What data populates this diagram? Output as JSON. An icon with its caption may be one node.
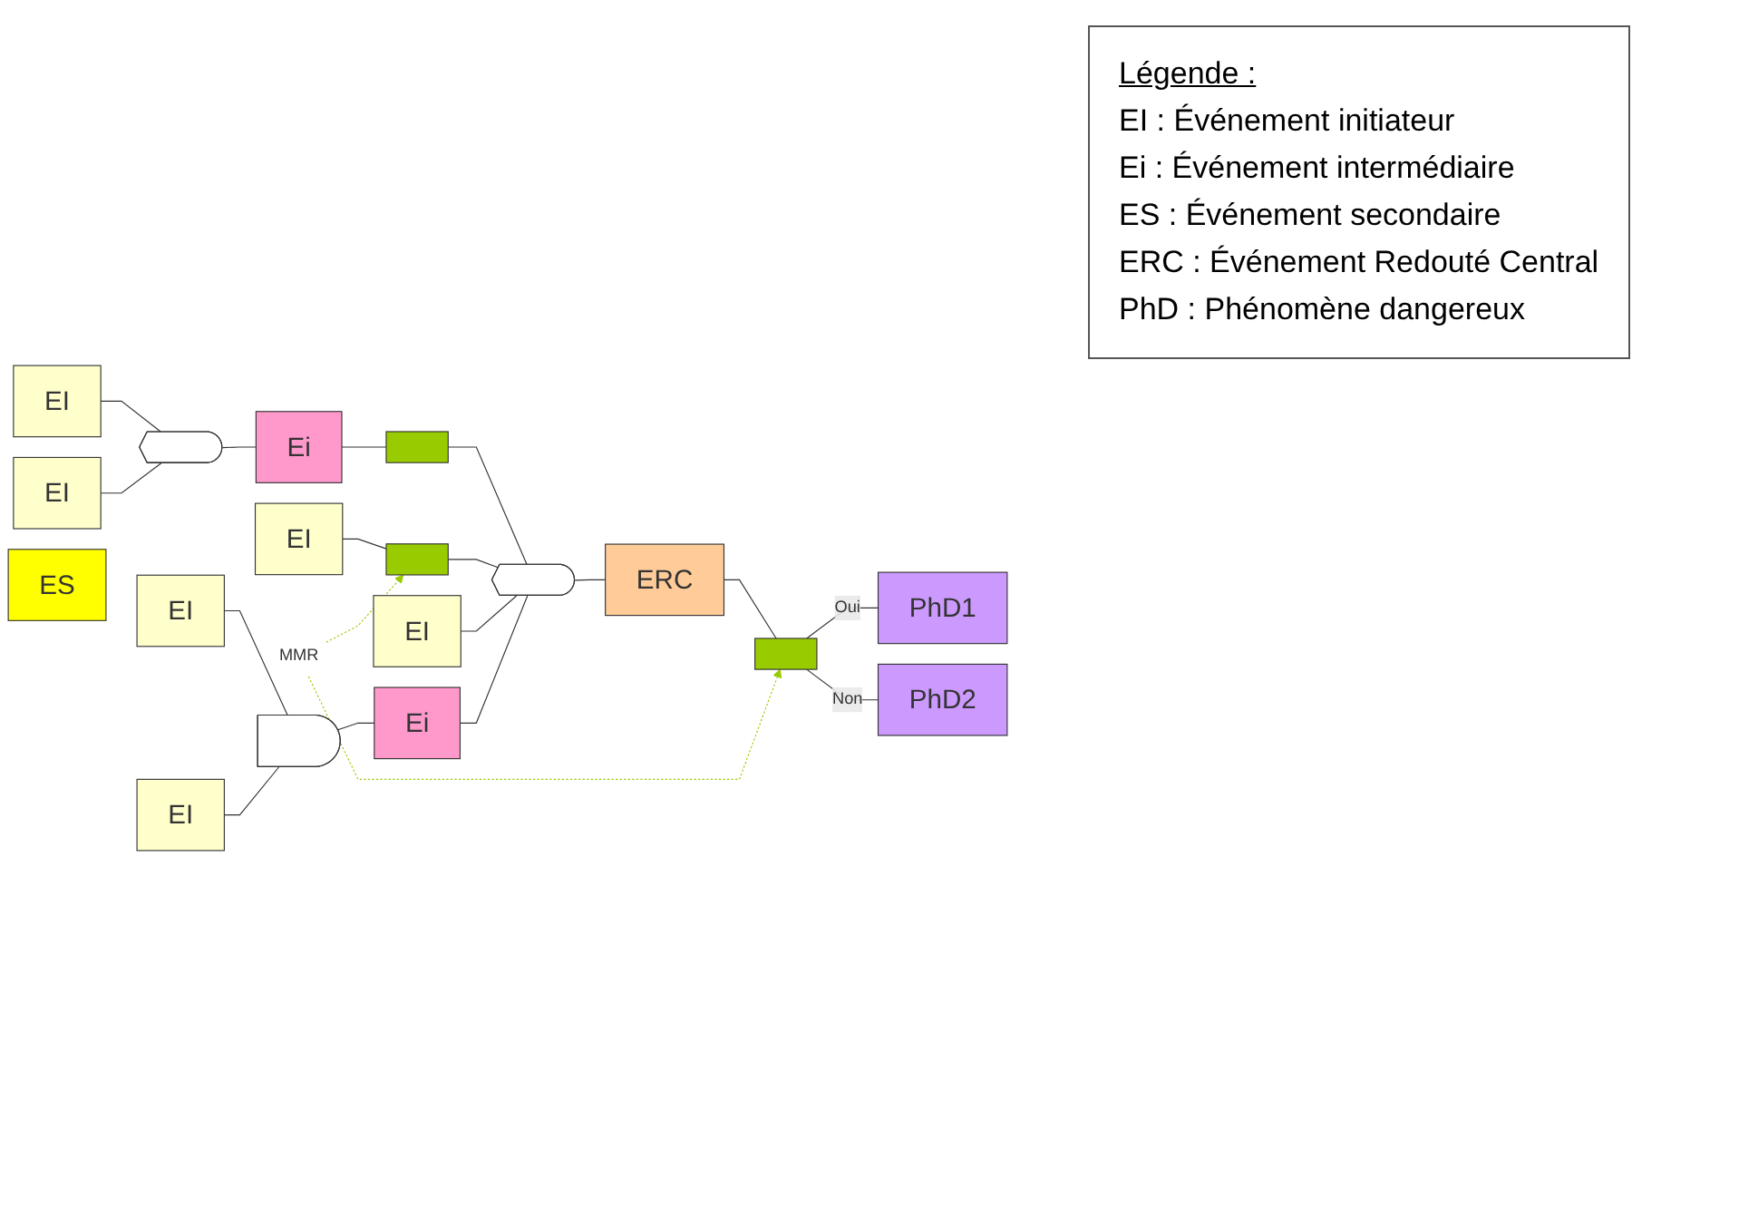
{
  "diagram": {
    "nodes": [
      {
        "text": [
          "EI"
        ]
      },
      {
        "text": [
          "EI"
        ]
      },
      {
        "text": [],
        "shape": "gate"
      },
      {
        "text": [
          "Ei"
        ]
      },
      {
        "text": [],
        "shape": "bar"
      },
      {
        "text": [
          "EI"
        ]
      },
      {
        "text": [],
        "shape": "bar"
      },
      {
        "text": [
          "EI"
        ]
      },
      {
        "text": [
          "EI"
        ]
      },
      {
        "text": [
          "EI"
        ]
      },
      {
        "text": [],
        "shape": "gate"
      },
      {
        "text": [
          "Ei"
        ]
      },
      {
        "text": [],
        "shape": "gate"
      },
      {
        "text": [
          "ERC"
        ]
      },
      {
        "text": [],
        "shape": "bar"
      },
      {
        "text": [
          "ES"
        ]
      },
      {
        "text": [
          "PhD1"
        ]
      },
      {
        "text": [
          "PhD2"
        ]
      },
      {
        "text": [
          "MMR"
        ]
      }
    ],
    "edges": [
      {
        "from": 0,
        "to": 2,
        "arrow": "none"
      },
      {
        "from": 1,
        "to": 2,
        "arrow": "none"
      },
      {
        "from": 2,
        "to": 3,
        "arrow": "none"
      },
      {
        "from": 3,
        "to": 4,
        "arrow": "none"
      },
      {
        "from": 4,
        "to": 12,
        "arrow": "none"
      },
      {
        "from": 5,
        "to": 6,
        "arrow": "none"
      },
      {
        "from": 6,
        "to": 12,
        "arrow": "none"
      },
      {
        "from": 7,
        "to": 12,
        "arrow": "none"
      },
      {
        "from": 8,
        "to": 10,
        "arrow": "none"
      },
      {
        "from": 9,
        "to": 10,
        "arrow": "none"
      },
      {
        "from": 10,
        "to": 11,
        "arrow": "none"
      },
      {
        "from": 11,
        "to": 12,
        "arrow": "none"
      },
      {
        "from": 12,
        "to": 13,
        "arrow": "none"
      },
      {
        "from": 13,
        "to": 14,
        "arrow": "none"
      },
      {
        "from": 14,
        "to": 16,
        "arrow": "none",
        "label": "Oui"
      },
      {
        "from": 14,
        "to": 17,
        "arrow": "none",
        "label": "Non"
      },
      {
        "from": 18,
        "to": 6,
        "arrow": "to",
        "style": "dashed",
        "color": "#99cc00"
      },
      {
        "from": 18,
        "to": 14,
        "arrow": "to",
        "style": "dashed",
        "color": "#99cc00"
      }
    ],
    "labels": [
      "Légende :"
    ],
    "legend": [
      {
        "text": "EI : Événement initiateur"
      },
      {
        "text": "Ei : Événement intermédiaire"
      },
      {
        "text": "ES : Événement secondaire"
      },
      {
        "text": "ERC : Événement Redouté Central"
      },
      {
        "text": "PhD : Phénomène dangereux"
      }
    ]
  }
}
